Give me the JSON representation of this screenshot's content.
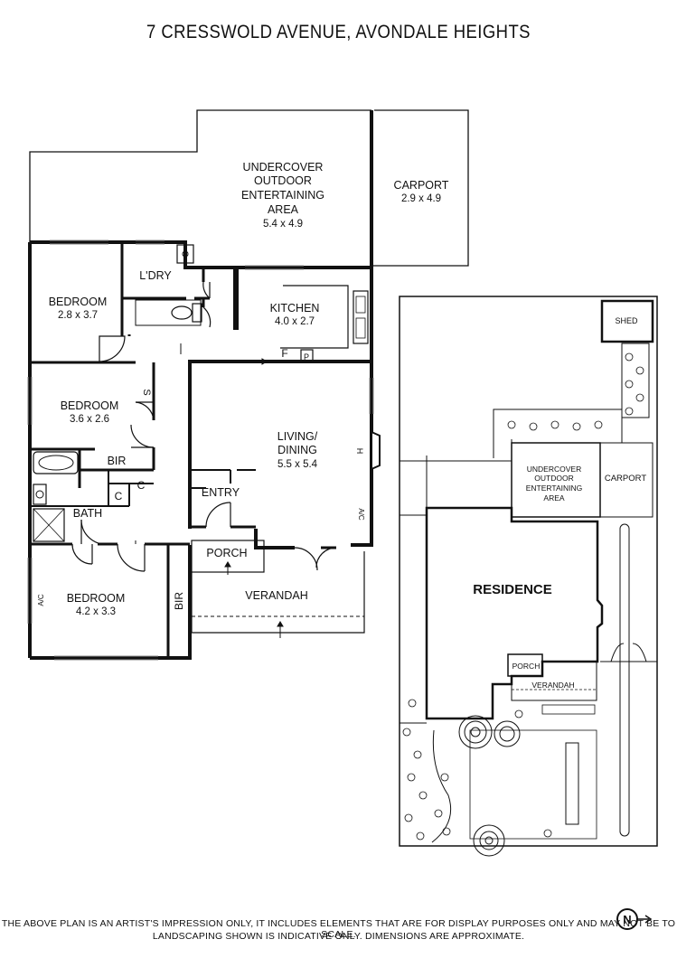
{
  "title": "7 CRESSWOLD AVENUE, AVONDALE HEIGHTS",
  "floor_plan": {
    "rooms": {
      "outdoor": {
        "name_lines": [
          "UNDERCOVER",
          "OUTDOOR",
          "ENTERTAINING",
          "AREA"
        ],
        "size": "5.4 x 4.9"
      },
      "carport": {
        "name": "CARPORT",
        "size": "2.9 x 4.9"
      },
      "laundry": {
        "name": "L'DRY"
      },
      "bedroom1": {
        "name": "BEDROOM",
        "size": "2.8 x 3.7"
      },
      "kitchen": {
        "name": "KITCHEN",
        "size": "4.0 x 2.7"
      },
      "bedroom2": {
        "name": "BEDROOM",
        "size": "3.6 x 2.6"
      },
      "living": {
        "name_lines": [
          "LIVING/",
          "DINING"
        ],
        "size": "5.5 x 5.4"
      },
      "bir1": {
        "name": "BIR"
      },
      "bath": {
        "name": "BATH"
      },
      "entry": {
        "name": "ENTRY"
      },
      "porch": {
        "name": "PORCH"
      },
      "verandah": {
        "name": "VERANDAH"
      },
      "bedroom3": {
        "name": "BEDROOM",
        "size": "4.2 x 3.3"
      },
      "bir2": {
        "name": "BIR"
      }
    },
    "marks": {
      "s": "S",
      "c1": "C",
      "c2": "C",
      "f": "F",
      "p": "P",
      "h": "H",
      "ac1": "A/C",
      "ac2": "A/C"
    }
  },
  "site_plan": {
    "shed": "SHED",
    "outdoor_lines": [
      "UNDERCOVER",
      "OUTDOOR",
      "ENTERTAINING",
      "AREA"
    ],
    "carport": "CARPORT",
    "residence": "RESIDENCE",
    "porch": "PORCH",
    "verandah": "VERANDAH"
  },
  "compass": "N",
  "disclaimer": {
    "line1": "THE ABOVE PLAN IS AN ARTIST'S IMPRESSION ONLY, IT INCLUDES ELEMENTS THAT ARE FOR DISPLAY PURPOSES ONLY AND MAY NOT BE TO SCALE.",
    "line2": "LANDSCAPING SHOWN IS INDICATIVE ONLY. DIMENSIONS ARE APPROXIMATE."
  }
}
